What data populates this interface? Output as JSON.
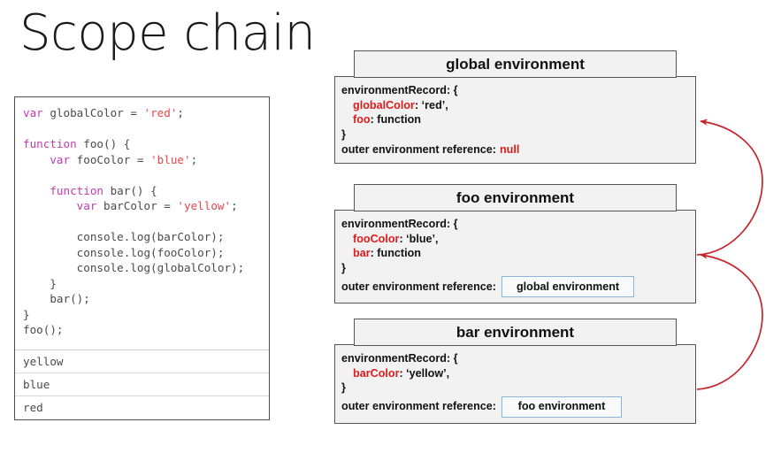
{
  "slide": {
    "title": "Scope chain",
    "accent_red": "#e01b1b",
    "keyword_color": "#c03ab0",
    "string_color": "#e0484a",
    "box_border": "#555555",
    "box_fill": "#f2f2f2",
    "chip_border": "#8cb6da"
  },
  "code_panel": {
    "lines": [
      [
        {
          "t": "var",
          "c": "kw"
        },
        {
          "t": " globalColor = ",
          "c": "pl"
        },
        {
          "t": "'red'",
          "c": "str"
        },
        {
          "t": ";",
          "c": "pl"
        }
      ],
      [],
      [
        {
          "t": "function",
          "c": "kw"
        },
        {
          "t": " foo() {",
          "c": "pl"
        }
      ],
      [
        {
          "t": "    ",
          "c": "pl"
        },
        {
          "t": "var",
          "c": "kw"
        },
        {
          "t": " fooColor = ",
          "c": "pl"
        },
        {
          "t": "'blue'",
          "c": "str"
        },
        {
          "t": ";",
          "c": "pl"
        }
      ],
      [],
      [
        {
          "t": "    ",
          "c": "pl"
        },
        {
          "t": "function",
          "c": "kw"
        },
        {
          "t": " bar() {",
          "c": "pl"
        }
      ],
      [
        {
          "t": "        ",
          "c": "pl"
        },
        {
          "t": "var",
          "c": "kw"
        },
        {
          "t": " barColor = ",
          "c": "pl"
        },
        {
          "t": "'yellow'",
          "c": "str"
        },
        {
          "t": ";",
          "c": "pl"
        }
      ],
      [],
      [
        {
          "t": "        console.log(barColor);",
          "c": "pl"
        }
      ],
      [
        {
          "t": "        console.log(fooColor);",
          "c": "pl"
        }
      ],
      [
        {
          "t": "        console.log(globalColor);",
          "c": "pl"
        }
      ],
      [
        {
          "t": "    }",
          "c": "pl"
        }
      ],
      [
        {
          "t": "    bar();",
          "c": "pl"
        }
      ],
      [
        {
          "t": "}",
          "c": "pl"
        }
      ],
      [
        {
          "t": "foo();",
          "c": "pl"
        }
      ]
    ],
    "console_output": [
      "yellow",
      "blue",
      "red"
    ]
  },
  "environments": [
    {
      "name": "global-environment",
      "header": "global environment",
      "record_label": "environmentRecord: {",
      "entries": [
        {
          "key": "globalColor",
          "sep": ": ",
          "value": "‘red’,"
        },
        {
          "key": "foo",
          "sep": ": ",
          "value": "function"
        }
      ],
      "record_close": "}",
      "outer_label": "outer environment reference:",
      "outer_value": "null",
      "outer_is_chip": false
    },
    {
      "name": "foo-environment",
      "header": "foo environment",
      "record_label": "environmentRecord: {",
      "entries": [
        {
          "key": "fooColor",
          "sep": ": ",
          "value": "‘blue’,"
        },
        {
          "key": "bar",
          "sep": ": ",
          "value": "function"
        }
      ],
      "record_close": "}",
      "outer_label": "outer environment reference:",
      "outer_value": "global environment",
      "outer_is_chip": true
    },
    {
      "name": "bar-environment",
      "header": "bar environment",
      "record_label": "environmentRecord: {",
      "entries": [
        {
          "key": "barColor",
          "sep": ": ",
          "value": "‘yellow’,"
        }
      ],
      "record_close": "}",
      "outer_label": "outer environment reference:",
      "outer_value": "foo environment",
      "outer_is_chip": true
    }
  ],
  "arrows": [
    {
      "name": "foo-to-global-arrow",
      "from": "foo environment",
      "to": "global environment"
    },
    {
      "name": "bar-to-foo-arrow",
      "from": "bar environment",
      "to": "foo environment"
    }
  ]
}
